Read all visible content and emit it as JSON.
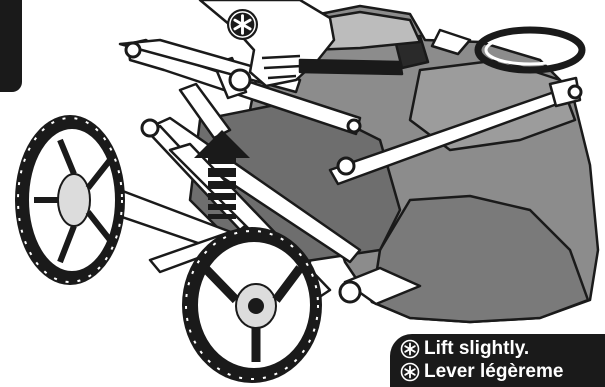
{
  "instruction": {
    "marker_icon": "asterisk-circle-icon",
    "lines": [
      {
        "icon": "asterisk-circle-icon",
        "text": "Lift slightly."
      },
      {
        "icon": "asterisk-circle-icon",
        "text": "Lever légèreme"
      }
    ]
  },
  "illustration": {
    "subject": "stroller frame folding step",
    "arrow_icon": "up-arrow-icon",
    "colors": {
      "ink": "#1a1a1a",
      "fabric": "#8c8c8c",
      "fabric_dark": "#6e6e6e",
      "fabric_light": "#bcbcbc",
      "frame": "#ffffff",
      "background": "#ffffff"
    }
  }
}
